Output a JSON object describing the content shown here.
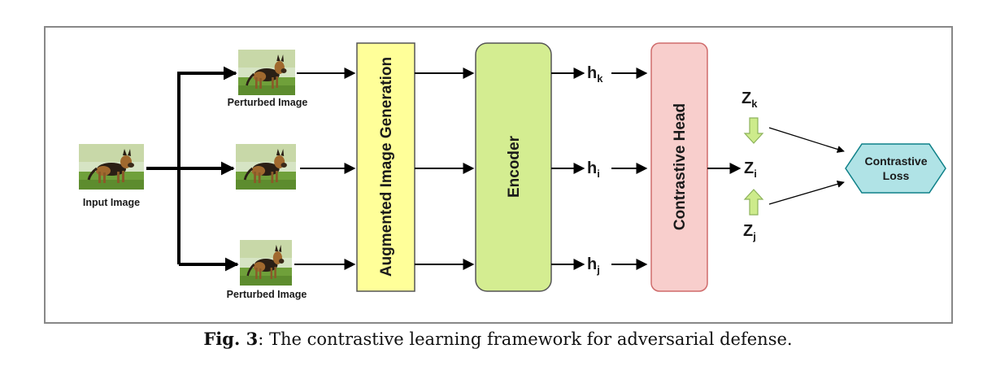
{
  "caption": {
    "label": "Fig. 3",
    "text": ": The contrastive learning framework for adversarial defense."
  },
  "diagram": {
    "input_image_label": "Input Image",
    "perturbed_image_top_label": "Perturbed Image",
    "perturbed_image_bottom_label": "Perturbed Image",
    "augmentation_block": "Augmented Image Generation",
    "encoder_block": "Encoder",
    "head_block": "Contrastive Head",
    "loss_block_line1": "Contrastive",
    "loss_block_line2": "Loss",
    "h_k": {
      "base": "h",
      "sub": "k"
    },
    "h_i": {
      "base": "h",
      "sub": "i"
    },
    "h_j": {
      "base": "h",
      "sub": "j"
    },
    "z_k": {
      "base": "Z",
      "sub": "k"
    },
    "z_i": {
      "base": "Z",
      "sub": "i"
    },
    "z_j": {
      "base": "Z",
      "sub": "j"
    },
    "image_icon": "dog-photo-icon",
    "colors": {
      "augmentation_fill": "#ffff99",
      "encoder_fill": "#d4ed91",
      "head_fill": "#f8cecc",
      "head_stroke": "#cf6b6b",
      "loss_fill": "#b0e3e6",
      "loss_stroke": "#0e8088",
      "z_arrow_fill": "#cdeb8b",
      "frame_stroke": "#888888"
    }
  }
}
